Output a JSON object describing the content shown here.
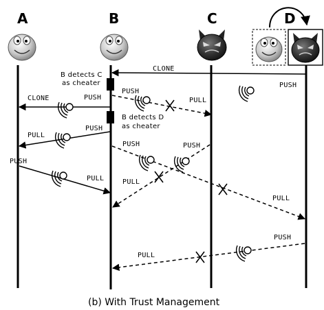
{
  "nodes": [
    {
      "id": "A",
      "label": "A",
      "face": "good"
    },
    {
      "id": "B",
      "label": "B",
      "face": "good"
    },
    {
      "id": "C",
      "label": "C",
      "face": "evil"
    },
    {
      "id": "D",
      "label": "D",
      "face": "good-becomes-evil"
    }
  ],
  "messages": [
    {
      "label": "CLONE",
      "from": "D",
      "to": "B",
      "style": "solid"
    },
    {
      "label": "PUSH",
      "from": "D",
      "to": "B",
      "style": "annotation"
    },
    {
      "label": "PUSH",
      "from": "B",
      "to": "C",
      "style": "dashed"
    },
    {
      "label": "PULL",
      "from": "B",
      "to": "C",
      "style": "dashed",
      "blocked": true
    },
    {
      "label": "CLONE",
      "from": "B",
      "to": "A",
      "style": "solid"
    },
    {
      "label": "PUSH",
      "from": "B",
      "to": "A",
      "style": "annotation"
    },
    {
      "label": "PUSH",
      "from": "B",
      "to": "A",
      "style": "solid"
    },
    {
      "label": "PULL",
      "from": "B",
      "to": "A",
      "style": "annotation"
    },
    {
      "label": "PUSH",
      "from": "A",
      "to": "B",
      "style": "solid"
    },
    {
      "label": "PULL",
      "from": "A",
      "to": "B",
      "style": "annotation"
    },
    {
      "label": "PUSH",
      "from": "B",
      "to": "D",
      "style": "dashed"
    },
    {
      "label": "PUSH",
      "from": "C",
      "to": "B",
      "style": "dashed"
    },
    {
      "label": "PULL",
      "from": "C",
      "to": "B",
      "style": "annotation"
    },
    {
      "label": "PULL",
      "from": "B",
      "to": "D",
      "style": "dashed",
      "blocked": true
    },
    {
      "label": "PUSH",
      "from": "D",
      "to": "B",
      "style": "dashed"
    },
    {
      "label": "PULL",
      "from": "D",
      "to": "B",
      "style": "dashed",
      "blocked": true
    }
  ],
  "events": [
    {
      "text_line1": "B detects C",
      "text_line2": "as cheater"
    },
    {
      "text_line1": "B detects D",
      "text_line2": "as cheater"
    }
  ],
  "caption": "(b) With Trust Management"
}
